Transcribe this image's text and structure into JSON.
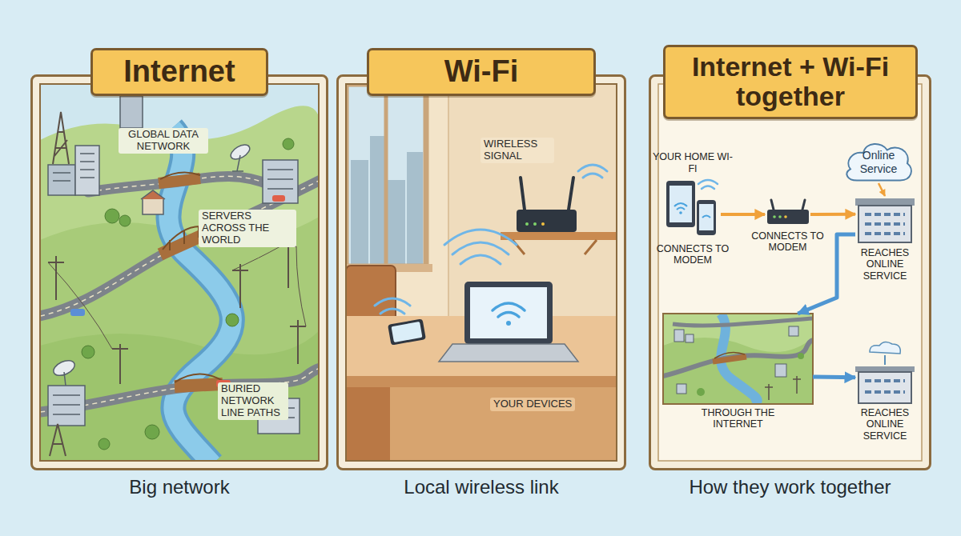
{
  "diagram": {
    "nodes": [
      {
        "text": [
          "Big network"
        ]
      },
      {
        "text": [
          "Internet"
        ],
        "in": 0
      },
      {
        "text": [
          "Local wireless link"
        ]
      },
      {
        "text": [
          "Wi-Fi"
        ],
        "in": 2
      },
      {
        "text": [
          "How they work together"
        ]
      },
      {
        "text": [
          "Internet + Wi-Fi together"
        ],
        "in": 4
      },
      {
        "text": [
          "YOUR HOME WI-FI",
          "CONNECTS TO MODEM"
        ],
        "in": 4
      },
      {
        "text": [
          "CONNECTS TO MODEM"
        ],
        "in": 4
      },
      {
        "text": [
          "Online Service"
        ],
        "in": 4
      },
      {
        "text": [
          "REACHES ONLINE SERVICE"
        ],
        "in": 4
      },
      {
        "text": [
          "THROUGH THE INTERNET"
        ],
        "in": 4
      },
      {
        "text": [
          "REACHES ONLINE SERVICE"
        ],
        "in": 4
      }
    ],
    "edges": [
      {
        "from": 6,
        "to": 7,
        "arrow": "to"
      },
      {
        "from": 7,
        "to": 9,
        "arrow": "to"
      },
      {
        "from": 8,
        "to": 9,
        "arrow": "to"
      },
      {
        "from": 9,
        "to": 10,
        "arrow": "to"
      },
      {
        "from": 10,
        "to": 11,
        "arrow": "to"
      }
    ],
    "labels": [
      "GLOBAL DATA NETWORK",
      "SERVERS ACROSS THE WORLD",
      "BURIED NETWORK LINE PATHS",
      "WIRELESS SIGNAL",
      "YOUR DEVICES"
    ]
  }
}
